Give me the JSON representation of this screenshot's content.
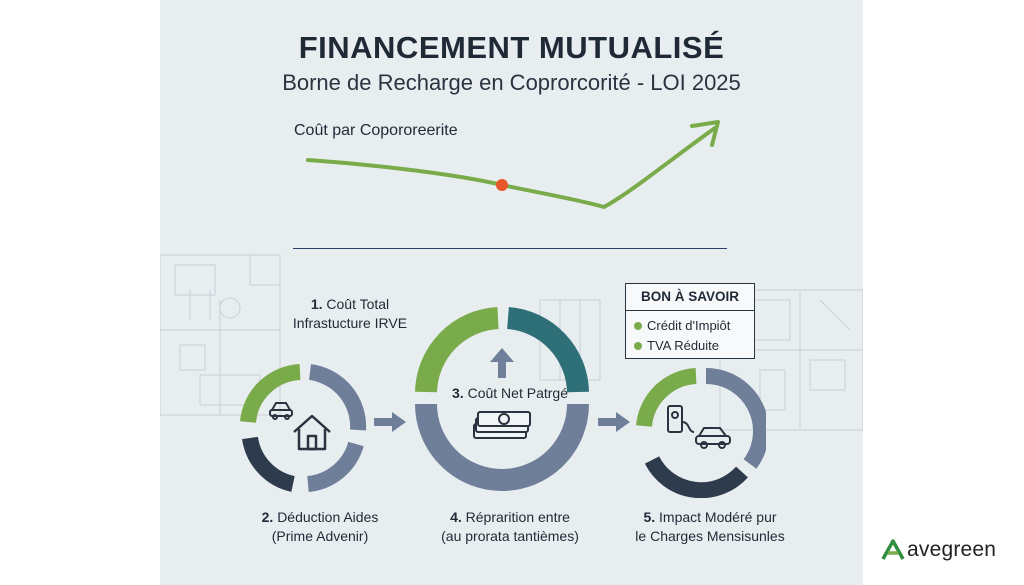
{
  "header": {
    "title": "FINANCEMENT MUTUALISÉ",
    "subtitle": "Borne de Recharge en Coprorcorité - LOI 2025"
  },
  "trend": {
    "label": "Coût par Copororeerite"
  },
  "steps": [
    {
      "number": "1.",
      "line1": "Coût Total",
      "line2": "Infrastucture IRVE"
    },
    {
      "number": "2.",
      "line1": "Déduction Aides",
      "line2": "(Prime Advenir)"
    },
    {
      "number": "3.",
      "line1": "Coût Net Patrgé",
      "line2": ""
    },
    {
      "number": "4.",
      "line1": "Réprarition entre",
      "line2": "(au prorata tantièmes)"
    },
    {
      "number": "5.",
      "line1": "Impact Modéré pur",
      "line2": "le Charges Mensisunles"
    }
  ],
  "tip_box": {
    "title": "BON À SAVOIR",
    "items": [
      "Crédit d'Impiôt",
      "TVA Réduite"
    ]
  },
  "brand": {
    "logo_text": "avegreen"
  },
  "colors": {
    "accent_green": "#7aab4a",
    "dark_navy": "#2e3b4c",
    "slate": "#6f7e99",
    "teal": "#2f6f78",
    "marker": "#e8562a"
  },
  "icons": [
    "car-icon",
    "house-icon",
    "up-arrow-icon",
    "money-icon",
    "ev-charger-icon",
    "flow-arrow-icon"
  ]
}
